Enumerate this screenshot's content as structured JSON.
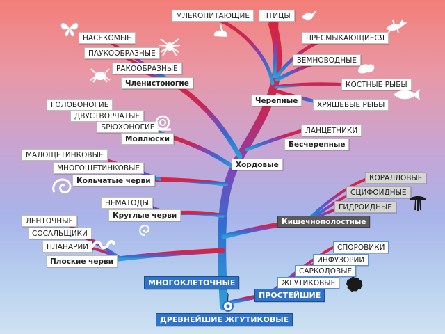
{
  "labels": {
    "mammals": "МЛЕКОПИТАЮЩИЕ",
    "birds": "ПТИЦЫ",
    "reptiles": "ПРЕСМЫКАЮЩИЕСЯ",
    "amphibians": "ЗЕМНОВОДНЫЕ",
    "bony_fish": "КОСТНЫЕ РЫБЫ",
    "cartilaginous_fish": "ХРЯЩЕВЫЕ РЫБЫ",
    "craniates": "Черепные",
    "lancelets": "ЛАНЦЕТНИКИ",
    "acraniates": "Бесчерепные",
    "chordates": "Хордовые",
    "insects": "НАСЕКОМЫЕ",
    "arachnids": "ПАУКООБРАЗНЫЕ",
    "crustaceans": "РАКООБРАЗНЫЕ",
    "arthropods": "Членистоногие",
    "cephalopods": "ГОЛОВОНОГИЕ",
    "bivalves": "ДВУСТВОРЧАТЫЕ",
    "gastropods": "БРЮХОНОГИЕ",
    "molluscs": "Моллюски",
    "oligochaetes": "МАЛОЩЕТИНКОВЫЕ",
    "polychaetes": "МНОГОЩЕТИНКОВЫЕ",
    "annelids": "Кольчатые черви",
    "nematodes": "НЕМАТОДЫ",
    "roundworms": "Круглые черви",
    "tapeworms": "ЛЕНТОЧНЫЕ",
    "flukes": "СОСАЛЬЩИКИ",
    "planarians": "ПЛАНАРИИ",
    "flatworms": "Плоские черви",
    "corals": "КОРАЛЛОВЫЕ",
    "scyphozoa": "СЦИФОИДНЫЕ",
    "hydrozoa": "ГИДРОИДНЫЕ",
    "cnidarians": "Кишечнополостные",
    "sporozoa": "СПОРОВИКИ",
    "ciliates": "ИНФУЗОРИИ",
    "sarcodina": "САРКОДОВЫЕ",
    "flagellates": "ЖГУТИКОВЫЕ",
    "multicellular": "МНОГОКЛЕТОЧНЫЕ",
    "protozoa": "ПРОСТЕЙШИЕ",
    "ancient_flagellates": "ДРЕВНЕЙШИЕ ЖГУТИКОВЫЕ"
  },
  "colors": {
    "branch_top": "#d8253f",
    "branch_mid": "#8a3fb0",
    "branch_low": "#2f6fd2",
    "branch_bottom": "#2f9ed8",
    "label_blue": "#2f73c8",
    "label_dark": "#5a5a5a",
    "icon_white": "#ffffff",
    "icon_dark": "#1a1a1a"
  },
  "icons": [
    "butterfly-icon",
    "rabbit-icon",
    "bird-icon",
    "lizard-icon",
    "spider-icon",
    "crab-icon",
    "frog-icon",
    "fish-icon",
    "snail-icon",
    "worm-icon",
    "ammonite-icon",
    "roundworm-icon",
    "mushroom-coral-icon",
    "amoeba-icon",
    "flagellate-cell-icon"
  ]
}
